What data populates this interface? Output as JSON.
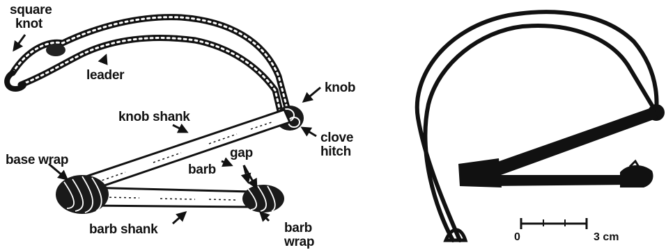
{
  "diagram": {
    "labels": {
      "square_knot_1": "square",
      "square_knot_2": "knot",
      "leader": "leader",
      "knob": "knob",
      "knob_shank": "knob shank",
      "clove_hitch_1": "clove",
      "clove_hitch_2": "hitch",
      "gap": "gap",
      "barb": "barb",
      "base_wrap": "base wrap",
      "barb_shank": "barb shank",
      "barb_wrap_1": "barb",
      "barb_wrap_2": "wrap"
    },
    "scale_bar": {
      "start_label": "0",
      "end_label": "3 cm"
    }
  }
}
